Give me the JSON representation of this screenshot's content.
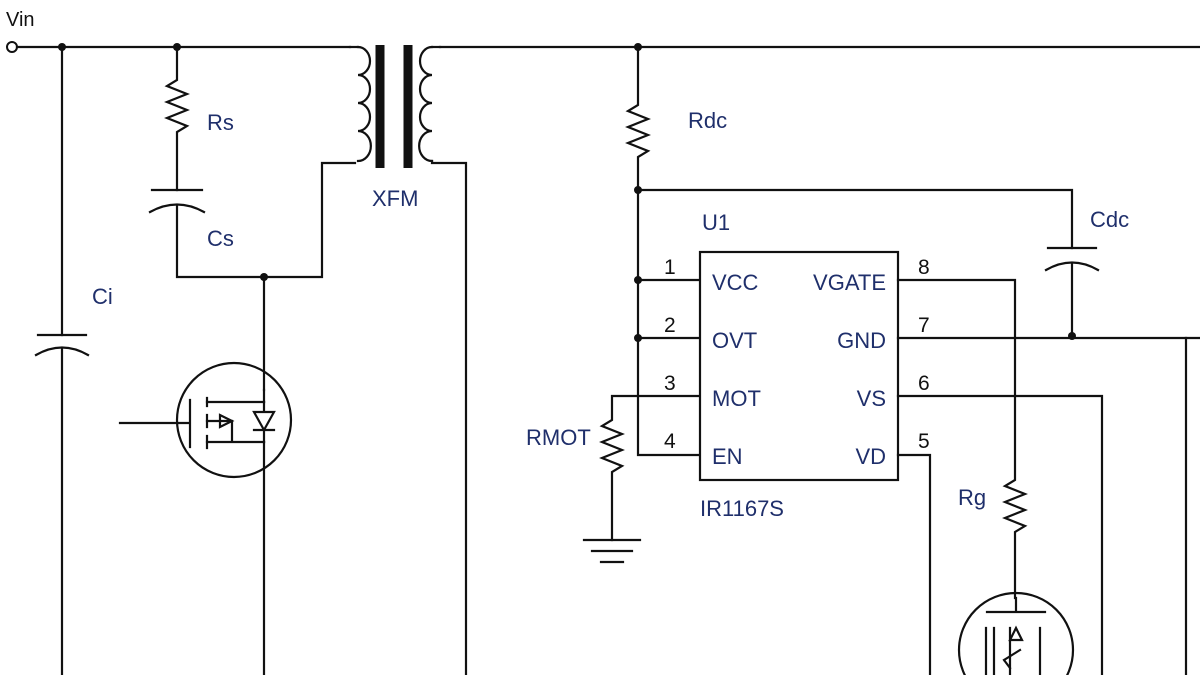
{
  "labels": {
    "vin": "Vin",
    "rs": "Rs",
    "cs": "Cs",
    "ci": "Ci",
    "xfm": "XFM",
    "rdc": "Rdc",
    "cdc": "Cdc",
    "u1": "U1",
    "rmot": "RMOT",
    "rg": "Rg",
    "part": "IR1167S"
  },
  "ic_pins_left": [
    {
      "num": "1",
      "name": "VCC"
    },
    {
      "num": "2",
      "name": "OVT"
    },
    {
      "num": "3",
      "name": "MOT"
    },
    {
      "num": "4",
      "name": "EN"
    }
  ],
  "ic_pins_right": [
    {
      "num": "8",
      "name": "VGATE"
    },
    {
      "num": "7",
      "name": "GND"
    },
    {
      "num": "6",
      "name": "VS"
    },
    {
      "num": "5",
      "name": "VD"
    }
  ],
  "colors": {
    "label": "#1f2f6b",
    "wire": "#111111"
  }
}
